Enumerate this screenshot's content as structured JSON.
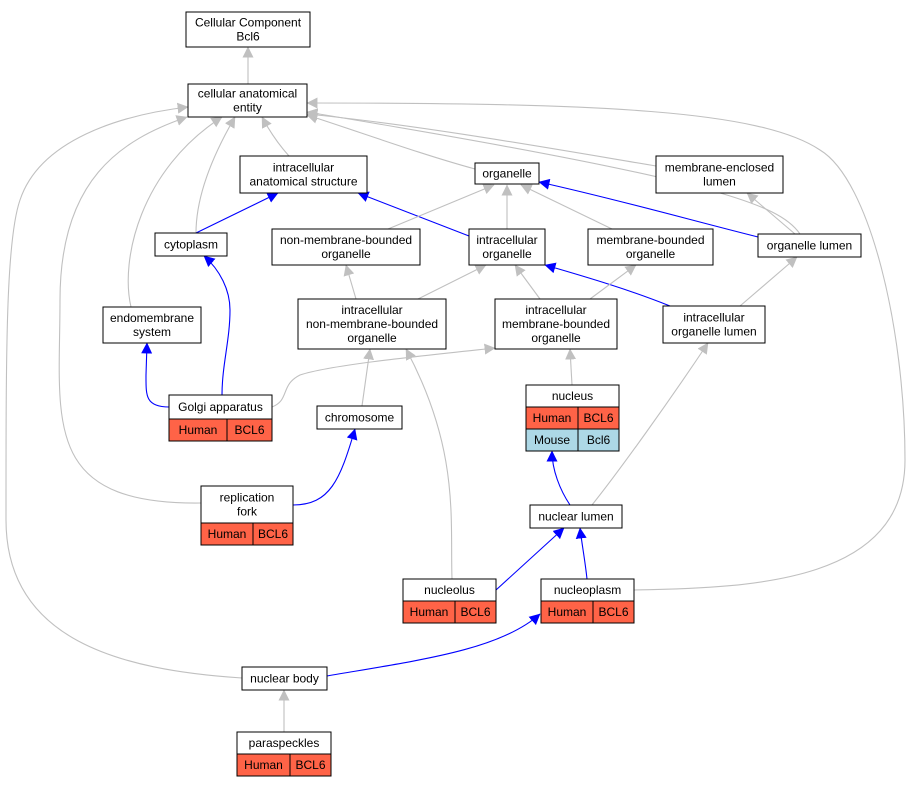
{
  "colors": {
    "isa_edge": "#c0c0c0",
    "partof_edge": "#0000ff",
    "human_cell": "#ff6347",
    "mouse_cell": "#add8e6",
    "node_fill": "#ffffff",
    "node_border": "#000000"
  },
  "nodes": [
    {
      "id": "root",
      "lines": [
        "Cellular Component",
        "Bcl6"
      ]
    },
    {
      "id": "cae",
      "lines": [
        "cellular anatomical",
        "entity"
      ]
    },
    {
      "id": "ias",
      "lines": [
        "intracellular",
        "anatomical structure"
      ]
    },
    {
      "id": "organelle",
      "lines": [
        "organelle"
      ]
    },
    {
      "id": "mel",
      "lines": [
        "membrane-enclosed",
        "lumen"
      ]
    },
    {
      "id": "cytoplasm",
      "lines": [
        "cytoplasm"
      ]
    },
    {
      "id": "nmbo",
      "lines": [
        "non-membrane-bounded",
        "organelle"
      ]
    },
    {
      "id": "io",
      "lines": [
        "intracellular",
        "organelle"
      ]
    },
    {
      "id": "mbo",
      "lines": [
        "membrane-bounded",
        "organelle"
      ]
    },
    {
      "id": "ol",
      "lines": [
        "organelle lumen"
      ]
    },
    {
      "id": "es",
      "lines": [
        "endomembrane",
        "system"
      ]
    },
    {
      "id": "inmbo",
      "lines": [
        "intracellular",
        "non-membrane-bounded",
        "organelle"
      ]
    },
    {
      "id": "imbo",
      "lines": [
        "intracellular",
        "membrane-bounded",
        "organelle"
      ]
    },
    {
      "id": "iol",
      "lines": [
        "intracellular",
        "organelle lumen"
      ]
    },
    {
      "id": "golgi",
      "lines": [
        "Golgi apparatus"
      ],
      "annotations": [
        [
          "Human",
          "BCL6"
        ]
      ]
    },
    {
      "id": "chromosome",
      "lines": [
        "chromosome"
      ]
    },
    {
      "id": "nucleus",
      "lines": [
        "nucleus"
      ],
      "annotations": [
        [
          "Human",
          "BCL6"
        ],
        [
          "Mouse",
          "Bcl6"
        ]
      ]
    },
    {
      "id": "rf",
      "lines": [
        "replication",
        "fork"
      ],
      "annotations": [
        [
          "Human",
          "BCL6"
        ]
      ]
    },
    {
      "id": "nl",
      "lines": [
        "nuclear lumen"
      ]
    },
    {
      "id": "nucleolus",
      "lines": [
        "nucleolus"
      ],
      "annotations": [
        [
          "Human",
          "BCL6"
        ]
      ]
    },
    {
      "id": "nucleoplasm",
      "lines": [
        "nucleoplasm"
      ],
      "annotations": [
        [
          "Human",
          "BCL6"
        ]
      ]
    },
    {
      "id": "nb",
      "lines": [
        "nuclear body"
      ]
    },
    {
      "id": "paraspeckles",
      "lines": [
        "paraspeckles"
      ],
      "annotations": [
        [
          "Human",
          "BCL6"
        ]
      ]
    }
  ],
  "edges": [
    {
      "from": "cae",
      "to": "root",
      "type": "is_a"
    },
    {
      "from": "ias",
      "to": "cae",
      "type": "is_a"
    },
    {
      "from": "organelle",
      "to": "cae",
      "type": "is_a"
    },
    {
      "from": "mel",
      "to": "cae",
      "type": "is_a"
    },
    {
      "from": "cytoplasm",
      "to": "cae",
      "type": "is_a"
    },
    {
      "from": "es",
      "to": "cae",
      "type": "is_a"
    },
    {
      "from": "rf",
      "to": "cae",
      "type": "is_a"
    },
    {
      "from": "nb",
      "to": "cae",
      "type": "is_a"
    },
    {
      "from": "ol",
      "to": "cae",
      "type": "is_a"
    },
    {
      "from": "nucleoplasm",
      "to": "cae",
      "type": "is_a"
    },
    {
      "from": "cytoplasm",
      "to": "ias",
      "type": "part_of"
    },
    {
      "from": "io",
      "to": "ias",
      "type": "part_of"
    },
    {
      "from": "nmbo",
      "to": "organelle",
      "type": "is_a"
    },
    {
      "from": "io",
      "to": "organelle",
      "type": "is_a"
    },
    {
      "from": "mbo",
      "to": "organelle",
      "type": "is_a"
    },
    {
      "from": "ol",
      "to": "organelle",
      "type": "part_of"
    },
    {
      "from": "ol",
      "to": "mel",
      "type": "is_a"
    },
    {
      "from": "golgi",
      "to": "cytoplasm",
      "type": "part_of"
    },
    {
      "from": "inmbo",
      "to": "nmbo",
      "type": "is_a"
    },
    {
      "from": "inmbo",
      "to": "io",
      "type": "is_a"
    },
    {
      "from": "imbo",
      "to": "io",
      "type": "is_a"
    },
    {
      "from": "iol",
      "to": "io",
      "type": "part_of"
    },
    {
      "from": "imbo",
      "to": "mbo",
      "type": "is_a"
    },
    {
      "from": "iol",
      "to": "ol",
      "type": "is_a"
    },
    {
      "from": "golgi",
      "to": "es",
      "type": "part_of"
    },
    {
      "from": "golgi",
      "to": "imbo",
      "type": "is_a"
    },
    {
      "from": "chromosome",
      "to": "inmbo",
      "type": "is_a"
    },
    {
      "from": "nucleolus",
      "to": "inmbo",
      "type": "is_a"
    },
    {
      "from": "nucleus",
      "to": "imbo",
      "type": "is_a"
    },
    {
      "from": "nl",
      "to": "iol",
      "type": "is_a"
    },
    {
      "from": "rf",
      "to": "chromosome",
      "type": "part_of"
    },
    {
      "from": "nl",
      "to": "nucleus",
      "type": "part_of"
    },
    {
      "from": "nucleolus",
      "to": "nl",
      "type": "part_of"
    },
    {
      "from": "nucleoplasm",
      "to": "nl",
      "type": "part_of"
    },
    {
      "from": "nb",
      "to": "nucleoplasm",
      "type": "part_of"
    },
    {
      "from": "paraspeckles",
      "to": "nb",
      "type": "is_a"
    }
  ]
}
